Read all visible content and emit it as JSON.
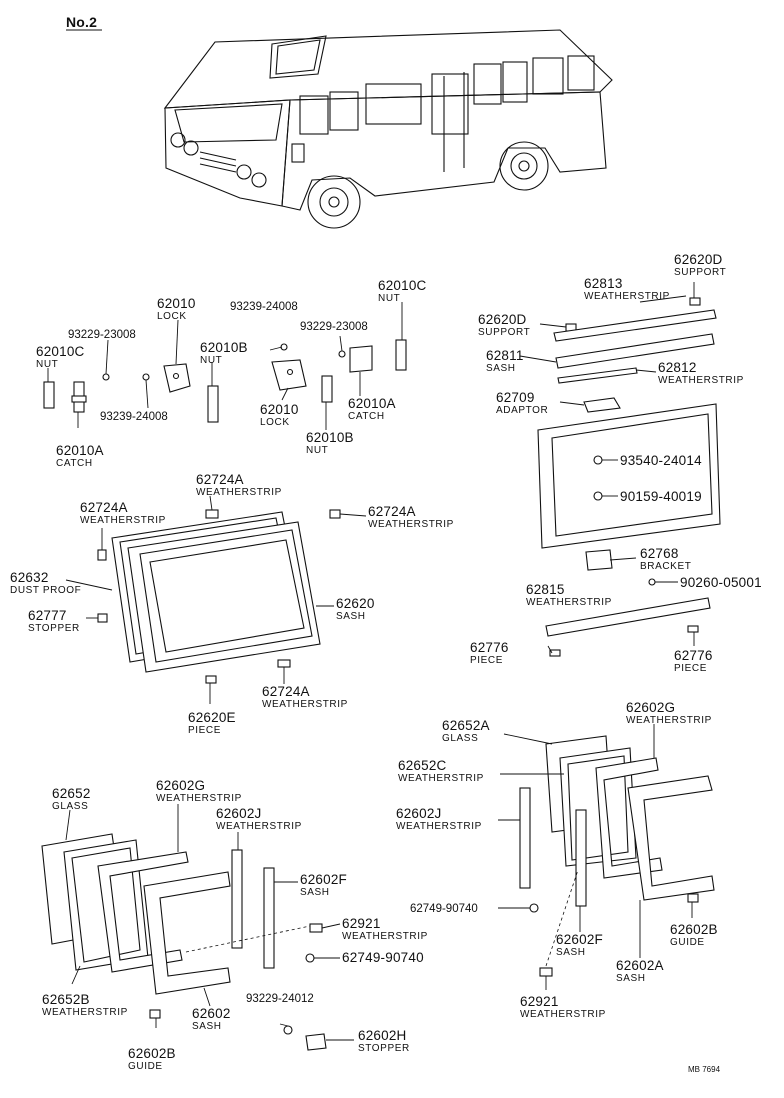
{
  "title": "No.2",
  "footer_code": "MB 7694",
  "labels": [
    {
      "id": "62010c-left",
      "num": "62010C",
      "name": "NUT"
    },
    {
      "id": "93229-23008-left",
      "num": "93229-23008",
      "name": ""
    },
    {
      "id": "62010-lock-left",
      "num": "62010",
      "name": "LOCK"
    },
    {
      "id": "93239-24008-top",
      "num": "93239-24008",
      "name": ""
    },
    {
      "id": "62010b-top",
      "num": "62010B",
      "name": "NUT"
    },
    {
      "id": "93229-23008-right",
      "num": "93229-23008",
      "name": ""
    },
    {
      "id": "62010c-right",
      "num": "62010C",
      "name": "NUT"
    },
    {
      "id": "93239-24008-bottom",
      "num": "93239-24008",
      "name": ""
    },
    {
      "id": "62010-lock-right",
      "num": "62010",
      "name": "LOCK"
    },
    {
      "id": "62010a-right",
      "num": "62010A",
      "name": "CATCH"
    },
    {
      "id": "62010a-left",
      "num": "62010A",
      "name": "CATCH"
    },
    {
      "id": "62010b-bottom",
      "num": "62010B",
      "name": "NUT"
    },
    {
      "id": "62620d-top",
      "num": "62620D",
      "name": "SUPPORT"
    },
    {
      "id": "62813",
      "num": "62813",
      "name": "WEATHERSTRIP"
    },
    {
      "id": "62620d-left",
      "num": "62620D",
      "name": "SUPPORT"
    },
    {
      "id": "62811",
      "num": "62811",
      "name": "SASH"
    },
    {
      "id": "62812",
      "num": "62812",
      "name": "WEATHERSTRIP"
    },
    {
      "id": "62709",
      "num": "62709",
      "name": "ADAPTOR"
    },
    {
      "id": "93540-24014",
      "num": "93540-24014",
      "name": ""
    },
    {
      "id": "90159-40019",
      "num": "90159-40019",
      "name": ""
    },
    {
      "id": "62768",
      "num": "62768",
      "name": "BRACKET"
    },
    {
      "id": "90260-05001",
      "num": "90260-05001",
      "name": ""
    },
    {
      "id": "62815",
      "num": "62815",
      "name": "WEATHERSTRIP"
    },
    {
      "id": "62776-left",
      "num": "62776",
      "name": "PIECE"
    },
    {
      "id": "62776-right",
      "num": "62776",
      "name": "PIECE"
    },
    {
      "id": "62724a-top",
      "num": "62724A",
      "name": "WEATHERSTRIP"
    },
    {
      "id": "62724a-left",
      "num": "62724A",
      "name": "WEATHERSTRIP"
    },
    {
      "id": "62724a-right",
      "num": "62724A",
      "name": "WEATHERSTRIP"
    },
    {
      "id": "62632",
      "num": "62632",
      "name": "DUST PROOF"
    },
    {
      "id": "62777",
      "num": "62777",
      "name": "STOPPER"
    },
    {
      "id": "62620",
      "num": "62620",
      "name": "SASH"
    },
    {
      "id": "62620e",
      "num": "62620E",
      "name": "PIECE"
    },
    {
      "id": "62724a-bottom",
      "num": "62724A",
      "name": "WEATHERSTRIP"
    },
    {
      "id": "62652a",
      "num": "62652A",
      "name": "GLASS"
    },
    {
      "id": "62602g-right",
      "num": "62602G",
      "name": "WEATHERSTRIP"
    },
    {
      "id": "62652c",
      "num": "62652C",
      "name": "WEATHERSTRIP"
    },
    {
      "id": "62602j-right",
      "num": "62602J",
      "name": "WEATHERSTRIP"
    },
    {
      "id": "62749-90740-right",
      "num": "62749-90740",
      "name": ""
    },
    {
      "id": "62602f-right",
      "num": "62602F",
      "name": "SASH"
    },
    {
      "id": "62602b-right",
      "num": "62602B",
      "name": "GUIDE"
    },
    {
      "id": "62602a",
      "num": "62602A",
      "name": "SASH"
    },
    {
      "id": "62921-right",
      "num": "62921",
      "name": "WEATHERSTRIP"
    },
    {
      "id": "62652",
      "num": "62652",
      "name": "GLASS"
    },
    {
      "id": "62602g-left",
      "num": "62602G",
      "name": "WEATHERSTRIP"
    },
    {
      "id": "62602j-left",
      "num": "62602J",
      "name": "WEATHERSTRIP"
    },
    {
      "id": "62602f-left",
      "num": "62602F",
      "name": "SASH"
    },
    {
      "id": "62921-left",
      "num": "62921",
      "name": "WEATHERSTRIP"
    },
    {
      "id": "62749-90740-left",
      "num": "62749-90740",
      "name": ""
    },
    {
      "id": "62652b",
      "num": "62652B",
      "name": "WEATHERSTRIP"
    },
    {
      "id": "62602",
      "num": "62602",
      "name": "SASH"
    },
    {
      "id": "93229-24012",
      "num": "93229-24012",
      "name": ""
    },
    {
      "id": "62602h",
      "num": "62602H",
      "name": "STOPPER"
    },
    {
      "id": "62602b-left",
      "num": "62602B",
      "name": "GUIDE"
    }
  ]
}
